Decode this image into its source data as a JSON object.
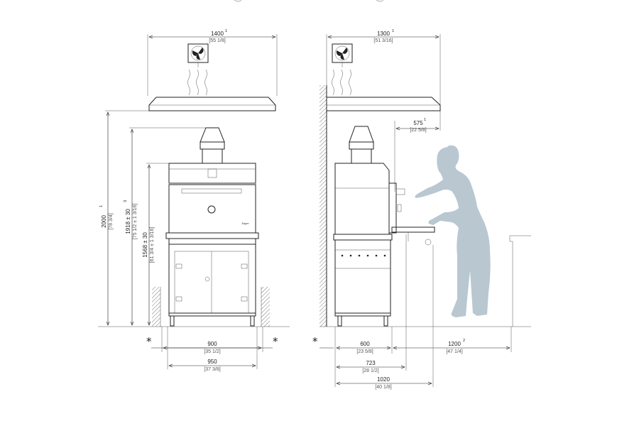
{
  "front": {
    "hood_width": {
      "value": "1400",
      "sup": "1",
      "inch": "[55 1/8]"
    },
    "height_total": {
      "value": "2000",
      "sup": "1",
      "inch": "[78 3/4]"
    },
    "height_chimney": {
      "value": "1918 ± 30",
      "sup": "3",
      "inch": "[75 1/2 ± 1 3/16]"
    },
    "height_body": {
      "value": "1568 ± 30",
      "inch": "[61 3/4 ± 1 3/16]"
    },
    "width_body": {
      "value": "900",
      "inch": "[35 1/2]"
    },
    "width_total": {
      "value": "950",
      "inch": "[37 3/8]"
    },
    "star_left": "*",
    "star_right": "*",
    "brand": "Josper"
  },
  "side": {
    "hood_depth": {
      "value": "1300",
      "sup": "1",
      "inch": "[51 3/16]"
    },
    "hood_overhang": {
      "value": "575",
      "sup": "1",
      "inch": "[22 5/8]"
    },
    "depth_body": {
      "value": "600",
      "inch": "[23 5/8]"
    },
    "depth_door": {
      "value": "723",
      "inch": "[28 1/2]"
    },
    "depth_total": {
      "value": "1020",
      "inch": "[40 1/8]"
    },
    "clearance": {
      "value": "1200",
      "sup": "2",
      "inch": "[47 1/4]"
    },
    "star": "*"
  },
  "colors": {
    "line": "#222222",
    "person": "#b9c7d1",
    "hatch": "#555555"
  },
  "icons": [
    "fan-icon",
    "fan-icon"
  ]
}
